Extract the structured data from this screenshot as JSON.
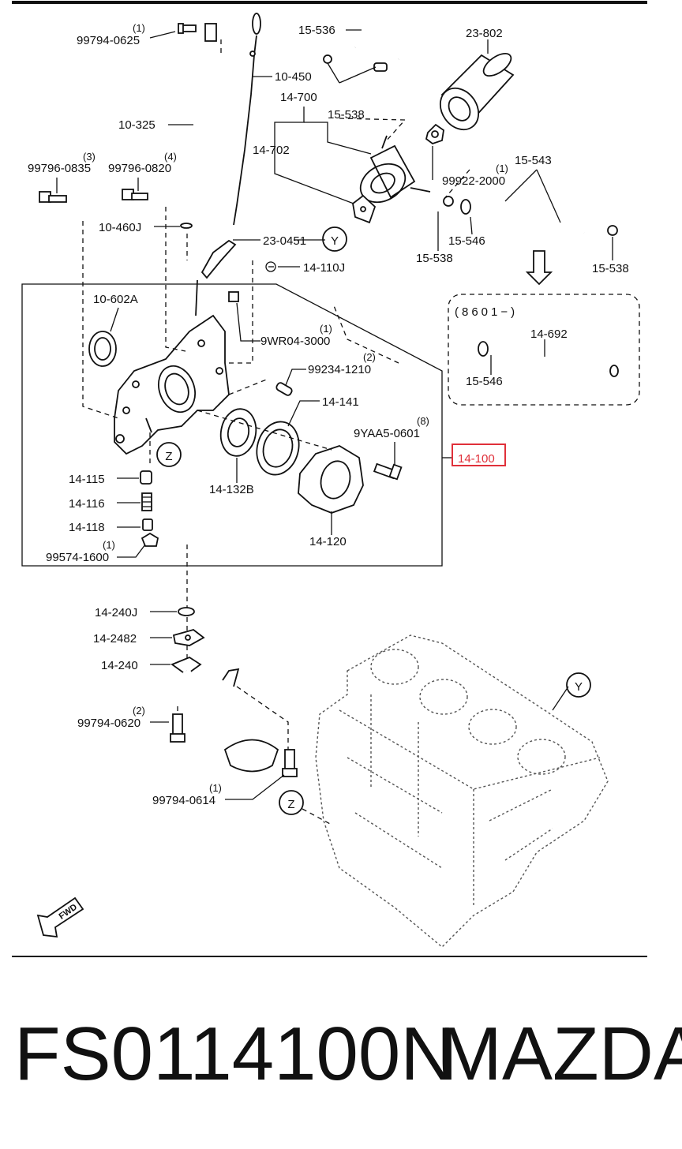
{
  "labels": {
    "p99794_0625": "99794-0625",
    "q99794_0625": "(1)",
    "p10_325": "10-325",
    "p99796_0835": "99796-0835",
    "q99796_0835": "(3)",
    "p99796_0820": "99796-0820",
    "q99796_0820": "(4)",
    "p10_460j": "10-460J",
    "p10_450": "10-450",
    "p15_536": "15-536",
    "p23_802": "23-802",
    "p14_700": "14-700",
    "p15_538_a": "15-538",
    "p14_702": "14-702",
    "p99922_2000": "99922-2000",
    "q99922_2000": "(1)",
    "p15_543": "15-543",
    "p23_0451": "23-0451",
    "p15_538_b": "15-538",
    "p15_546_a": "15-546",
    "p15_538_c": "15-538",
    "p14_110j": "14-110J",
    "p10_602a": "10-602A",
    "p9wr04_3000": "9WR04-3000",
    "q9wr04_3000": "(1)",
    "p99234_1210": "99234-1210",
    "q99234_1210": "(2)",
    "p14_141": "14-141",
    "p9yaa5_0601": "9YAA5-0601",
    "q9yaa5_0601": "(8)",
    "p14_100": "14-100",
    "p14_115": "14-115",
    "p14_132b": "14-132B",
    "p14_116": "14-116",
    "p14_118": "14-118",
    "p99574_1600": "99574-1600",
    "q99574_1600": "(1)",
    "p14_120": "14-120",
    "p14_240j": "14-240J",
    "p14_2482": "14-2482",
    "p14_240": "14-240",
    "p99794_0620": "99794-0620",
    "q99794_0620": "(2)",
    "p99794_0614": "99794-0614",
    "q99794_0614": "(1)",
    "ref_y": "Y",
    "ref_z": "Z",
    "inset_serial": "(8601−)",
    "p14_692": "14-692",
    "p15_546_b": "15-546",
    "fwd": "FWD"
  },
  "footer": {
    "part_number": "FS0114100N",
    "brand": "MAZDA"
  },
  "highlight": {
    "label": "14-100",
    "color": "#e0303a"
  }
}
